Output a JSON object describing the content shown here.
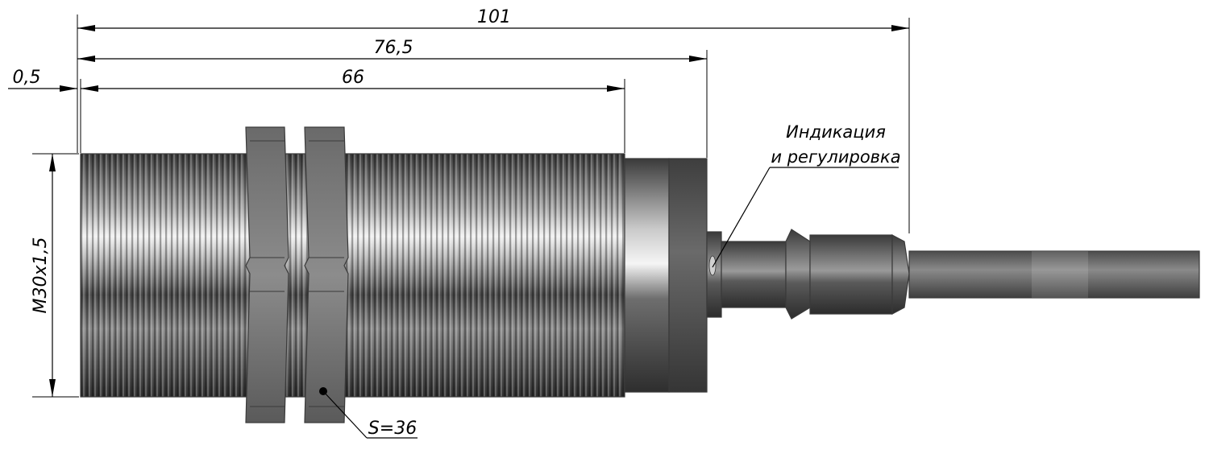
{
  "dimensions": {
    "total_length": "101",
    "to_cap": "76,5",
    "thread_length": "66",
    "offset": "0,5",
    "thread_spec": "M30x1,5",
    "nut_size": "S=36"
  },
  "callouts": {
    "indication_line1": "Индикация",
    "indication_line2": "и регулировка"
  },
  "colors": {
    "line": "#000000",
    "metal_dark": "#4a4a4a",
    "metal_light": "#e6e6e6",
    "nut": "#7a7a7a",
    "cap": "#5e5e5e",
    "cable": "#6e6e6e"
  }
}
